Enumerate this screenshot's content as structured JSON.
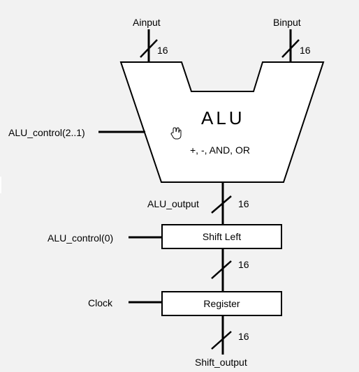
{
  "inputs": {
    "a": "Ainput",
    "b": "Binput"
  },
  "alu": {
    "title": "ALU",
    "ops": "+, -, AND, OR"
  },
  "signals": {
    "alu_control_hi": "ALU_control(2..1)",
    "alu_output": "ALU_output",
    "alu_control_lo": "ALU_control(0)",
    "clock": "Clock",
    "shift_output": "Shift_output"
  },
  "blocks": {
    "shift_left": "Shift Left",
    "register": "Register"
  },
  "bus_widths": {
    "a": "16",
    "b": "16",
    "alu_out": "16",
    "shift_out": "16",
    "reg_out": "16"
  },
  "cursor_icon": "hand-cursor-icon"
}
